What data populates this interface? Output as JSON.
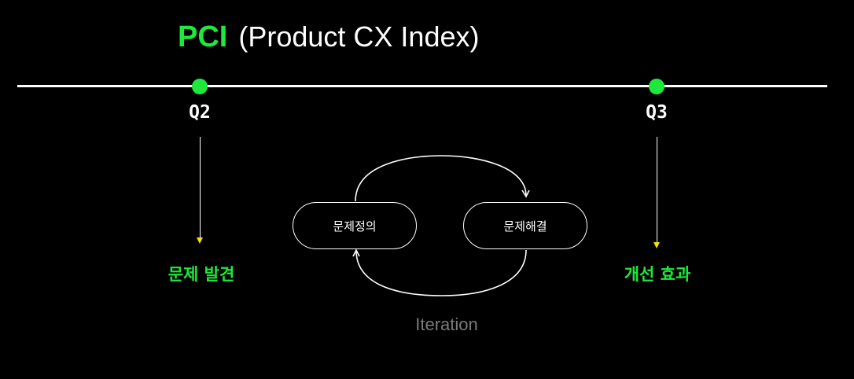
{
  "title": {
    "accent": "PCI",
    "rest": "(Product CX Index)"
  },
  "timeline": {
    "milestones": [
      {
        "label": "Q2",
        "outcome": "문제 발견"
      },
      {
        "label": "Q3",
        "outcome": "개선 효과"
      }
    ]
  },
  "cycle": {
    "steps": [
      "문제정의",
      "문제해결"
    ],
    "caption": "Iteration"
  },
  "colors": {
    "background": "#000000",
    "accent": "#1ee83c",
    "arrow_tip": "#f2e600",
    "caption": "#7a7a7a"
  }
}
